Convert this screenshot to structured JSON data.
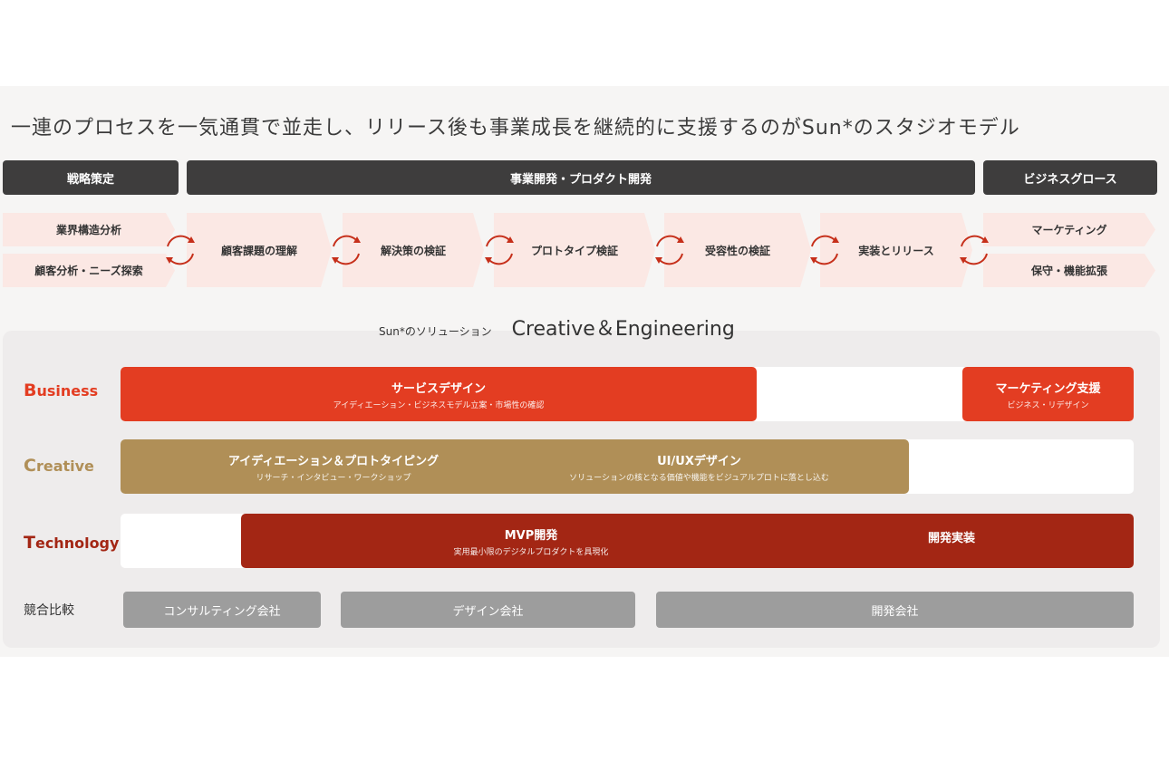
{
  "colors": {
    "business": "#e33d22",
    "creative": "#b08f57",
    "technology": "#a32614",
    "phase_bg": "#3e3d3d",
    "step_bg": "#fbe8e4",
    "cycle_arrow": "#c62f1a",
    "compare_bg": "#9d9d9d"
  },
  "title": "一連のプロセスを一気通貫で並走し、リリース後も事業成長を継続的に支援するのがSun*のスタジオモデル",
  "phases": [
    "戦略策定",
    "事業開発・プロダクト開発",
    "ビジネスグロース"
  ],
  "steps": {
    "strategy": [
      "業界構造分析",
      "顧客分析・ニーズ探索"
    ],
    "development": [
      "顧客課題の理解",
      "解決策の検証",
      "プロトタイプ検証",
      "受容性の検証",
      "実装とリリース"
    ],
    "growth": [
      "マーケティング",
      "保守・機能拡張"
    ]
  },
  "cycle_icon": "cycle-arrows-icon",
  "solutions": {
    "label": "Sun*のソリューション",
    "name": "Creative＆Engineering"
  },
  "rows": {
    "business": {
      "label_cap": "B",
      "label_rest": "usiness",
      "bars": [
        {
          "title": "サービスデザイン",
          "sub": "アイディエーション・ビジネスモデル立案・市場性の確認"
        },
        {
          "title": "マーケティング支援",
          "sub": "ビジネス・リデザイン"
        }
      ]
    },
    "creative": {
      "label_cap": "C",
      "label_rest": "reative",
      "bars": [
        {
          "title": "アイディエーション＆プロトタイピング",
          "sub": "リサーチ・インタビュー・ワークショップ"
        },
        {
          "title": "UI/UXデザイン",
          "sub": "ソリューションの核となる価値や機能をビジュアルプロトに落とし込む"
        }
      ]
    },
    "technology": {
      "label_cap": "T",
      "label_rest": "echnology",
      "bars": [
        {
          "title": "MVP開発",
          "sub": "実用最小限のデジタルプロダクトを具現化"
        },
        {
          "title": "開発実装",
          "sub": ""
        }
      ]
    }
  },
  "comparison": {
    "label": "競合比較",
    "items": [
      "コンサルティング会社",
      "デザイン会社",
      "開発会社"
    ]
  }
}
